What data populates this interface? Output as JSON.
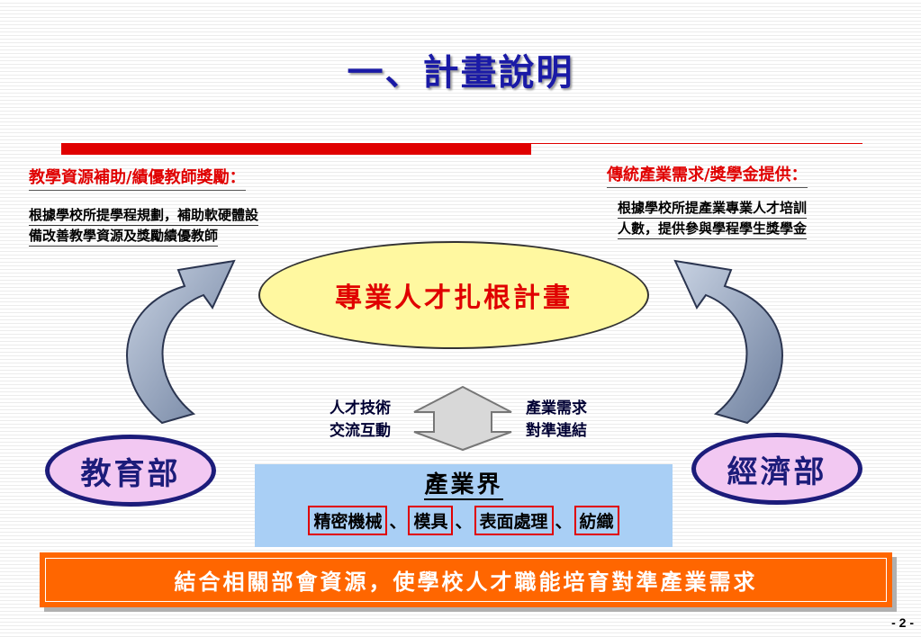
{
  "title": "一、計畫說明",
  "left": {
    "heading": "教學資源補助/績優教師獎勵：",
    "desc_lines": [
      "根據學校所提學程規劃，補助軟硬體設",
      "備改善教學資源及獎勵績優教師"
    ]
  },
  "right": {
    "heading": "傳統產業需求/獎學金提供：",
    "desc_lines": [
      "根據學校所提產業專業人才培訓",
      "人數，提供參與學程學生獎學金"
    ]
  },
  "center": "專業人才扎根計畫",
  "ministries": {
    "left": "教育部",
    "right": "經濟部"
  },
  "exchange": {
    "left_lines": [
      "人才技術",
      "交流互動"
    ],
    "right_lines": [
      "產業需求",
      "對準連結"
    ]
  },
  "industry": {
    "title": "產業界",
    "items": [
      "精密機械",
      "模具",
      "表面處理",
      "紡織"
    ],
    "separator": "、"
  },
  "banner": "結合相關部會資源，使學校人才職能培育對準產業需求",
  "page_number": "- 2 -",
  "colors": {
    "title": "#1a1aa6",
    "accent_red": "#e00000",
    "ellipse_fill": "#fff8a0",
    "ministry_fill": "#f2c8f2",
    "ministry_border": "#1c1c7a",
    "industry_fill": "#a9cff5",
    "banner_fill": "#ff6600",
    "arrow_fill": "#8a9ab4"
  }
}
